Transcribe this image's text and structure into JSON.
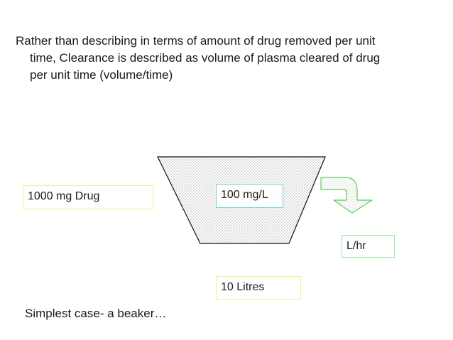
{
  "slide": {
    "paragraph_lines": [
      "Rather than describing in terms of amount of drug removed per unit",
      "time, Clearance is described as volume of plasma cleared of   drug",
      "per unit time (volume/time)"
    ],
    "drug_amount_label": "1000 mg Drug",
    "concentration_label": "100 mg/L",
    "flow_rate_label": "L/hr",
    "volume_label": "10 Litres",
    "caption": "Simplest case- a beaker…"
  },
  "colors": {
    "yellow_box_border": "#f2ef8a",
    "cyan_box_border": "#6fd4d4",
    "green_box_border": "#9be69b",
    "arrow_stroke": "#5ad15a",
    "beaker_stroke": "#111111"
  },
  "icons": {
    "beaker": "beaker-icon",
    "outflow_arrow": "curved-arrow-down-icon"
  }
}
